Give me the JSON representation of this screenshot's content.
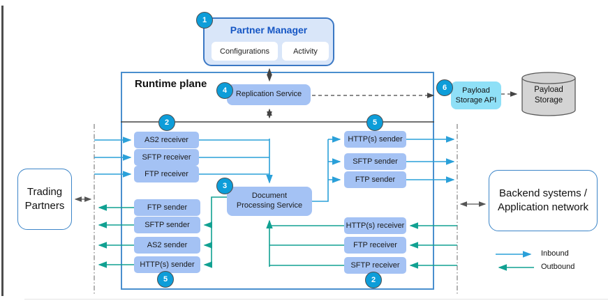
{
  "diagram": {
    "partner_manager": {
      "title": "Partner Manager",
      "tabs": [
        "Configurations",
        "Activity"
      ]
    },
    "runtime": {
      "title": "Runtime plane",
      "replication_service": "Replication Service",
      "document_processing_service": "Document Processing Service",
      "left_receivers": [
        "AS2 receiver",
        "SFTP receiver",
        "FTP receiver"
      ],
      "left_senders": [
        "FTP sender",
        "SFTP sender",
        "AS2 sender",
        "HTTP(s) sender"
      ],
      "right_senders": [
        "HTTP(s) sender",
        "SFTP sender",
        "FTP sender"
      ],
      "right_receivers": [
        "HTTP(s) receiver",
        "FTP receiver",
        "SFTP receiver"
      ]
    },
    "payload": {
      "api_label": "Payload Storage API",
      "storage_label": "Payload Storage"
    },
    "external": {
      "trading_partners": "Trading Partners",
      "backend": "Backend systems / Application network"
    },
    "badges": {
      "one": "1",
      "two": "2",
      "three": "3",
      "four": "4",
      "five": "5",
      "six": "6"
    },
    "legend": {
      "inbound": "Inbound",
      "outbound": "Outbound"
    },
    "colors": {
      "inbound_arrow": "#2aa0d9",
      "outbound_arrow": "#11a192",
      "badge_fill": "#0d9dd9",
      "protocol_box_fill": "#a4c2f4",
      "partner_manager_fill": "#d9e6f9",
      "partner_manager_border": "#3b78c4",
      "partner_manager_title": "#1556c4",
      "payload_api_fill": "#8fe0f7",
      "runtime_border": "#4a8fce",
      "cylinder_fill": "#d4d4d4"
    }
  }
}
